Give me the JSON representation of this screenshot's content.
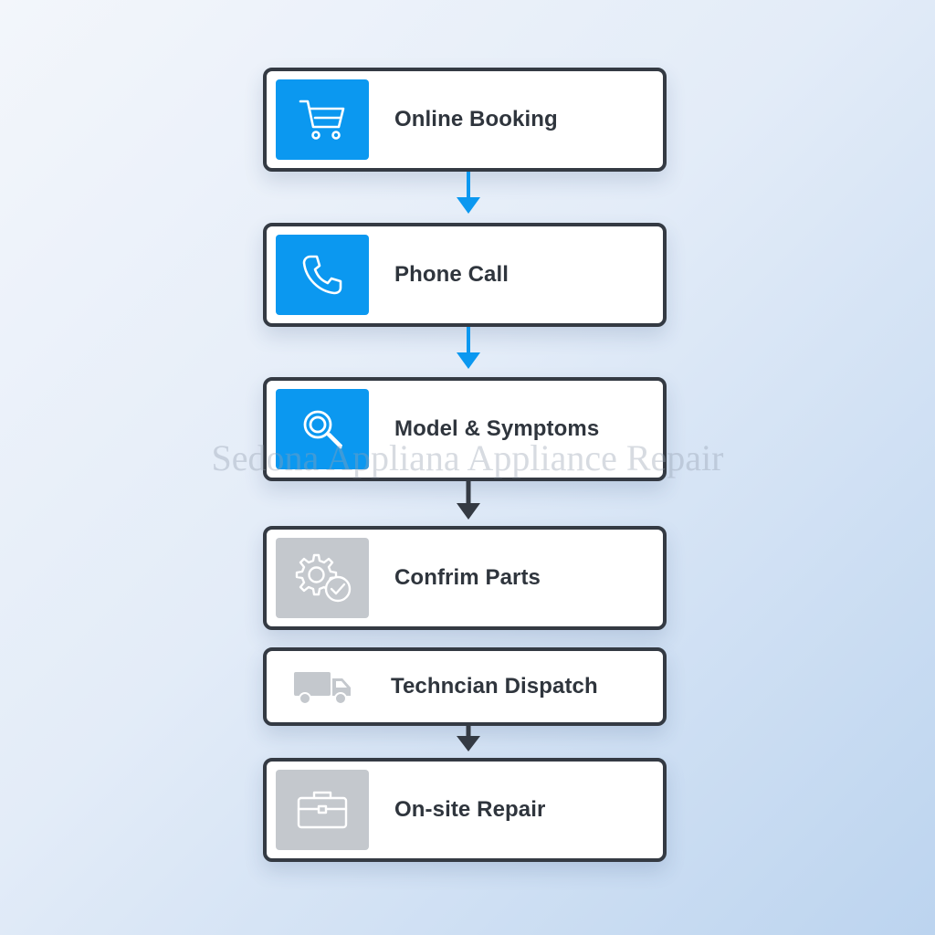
{
  "colors": {
    "active": "#0b98f0",
    "pending": "#c4c8cd",
    "border": "#343a43",
    "arrow_active": "#0b98f0",
    "arrow_pending": "#343a43"
  },
  "steps": [
    {
      "label": "Online Booking",
      "icon": "shopping-cart-icon",
      "status": "active"
    },
    {
      "label": "Phone Call",
      "icon": "phone-icon",
      "status": "active"
    },
    {
      "label": "Model & Symptoms",
      "icon": "magnifier-icon",
      "status": "active"
    },
    {
      "label": "Confrim Parts",
      "icon": "gear-check-icon",
      "status": "pending"
    },
    {
      "label": "Techncian Dispatch",
      "icon": "truck-icon",
      "status": "pending"
    },
    {
      "label": "On-site Repair",
      "icon": "toolbox-icon",
      "status": "pending"
    }
  ],
  "watermark": "Sedona Appliana Appliance Repair"
}
